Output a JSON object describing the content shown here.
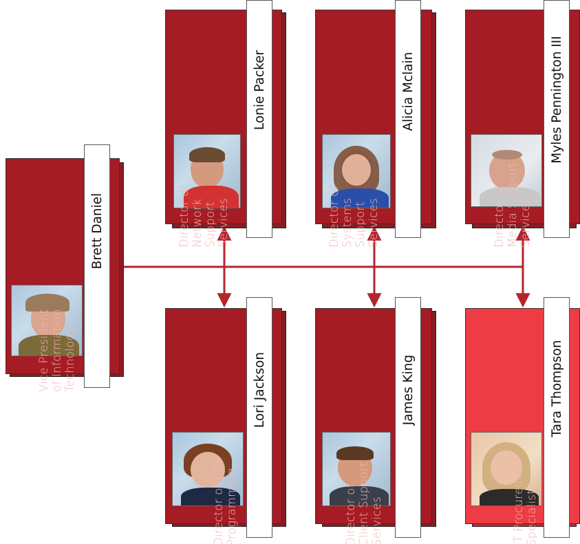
{
  "colors": {
    "card": "#a51c24",
    "card_highlight": "#ee3c44",
    "connector": "#b3262e",
    "title_text": "#f3b5b5"
  },
  "top": {
    "title": "Vice President\nof Information\nTechnology",
    "name": "Brett Daniel",
    "photo_icon": "person-photo"
  },
  "directors_right": [
    {
      "title": "Director of\nNetwork\nSupport\nServices",
      "name": "Lonie Packer",
      "photo_icon": "person-photo"
    },
    {
      "title": "Director of\nSystems\nSupport\nServices",
      "name": "Alicia Mclain",
      "photo_icon": "person-photo"
    },
    {
      "title": "Director of\nMedia Support\nServices",
      "name": "Myles Pennington III",
      "photo_icon": "person-photo"
    }
  ],
  "directors_left": [
    {
      "title": "Director of ERP\nProgramming",
      "name": "Lori Jackson",
      "photo_icon": "person-photo"
    },
    {
      "title": "Director of\nClient Support\nServices",
      "name": "James King",
      "photo_icon": "person-photo"
    },
    {
      "title": "IT Procurement\nSpecialist",
      "name": "Tara Thompson",
      "photo_icon": "person-photo"
    }
  ]
}
